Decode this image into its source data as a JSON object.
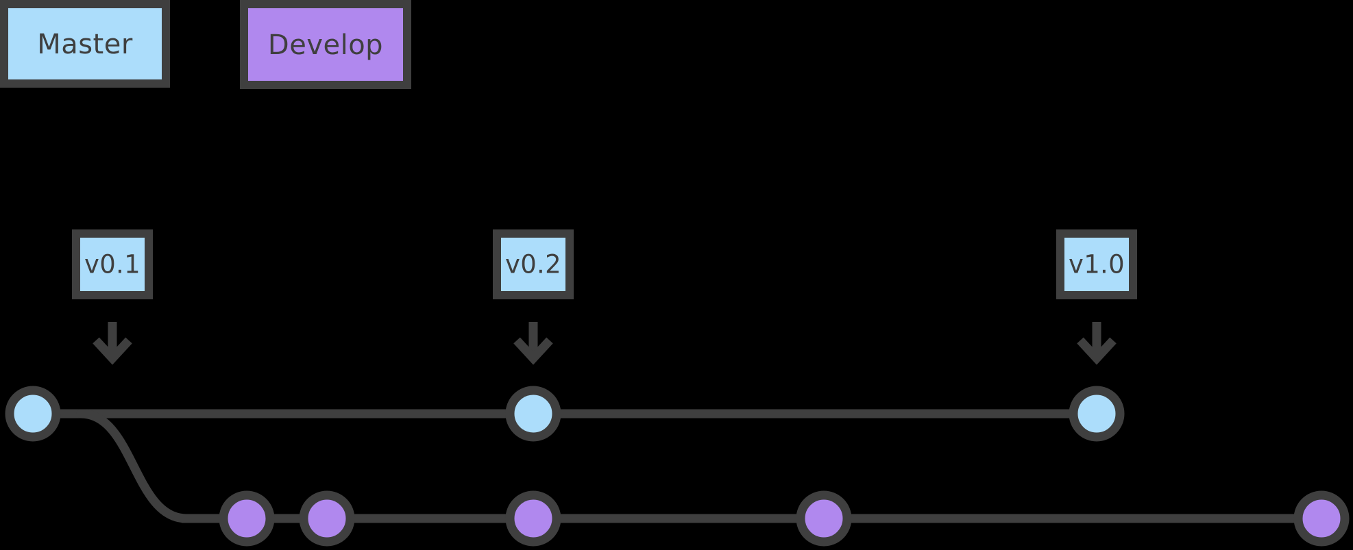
{
  "diagram": {
    "title": "Git branching diagram",
    "background_color": "#000000",
    "stroke_color": "#3F3F3F",
    "master_color": "#ACDDFB",
    "develop_color": "#B088EE"
  },
  "legend": {
    "items": [
      {
        "id": "master",
        "label": "Master",
        "color": "#ACDDFB"
      },
      {
        "id": "develop",
        "label": "Develop",
        "color": "#B088EE"
      }
    ]
  },
  "tags": [
    {
      "id": "v01",
      "label": "v0.1",
      "color": "#ACDDFB"
    },
    {
      "id": "v02",
      "label": "v0.2",
      "color": "#ACDDFB"
    },
    {
      "id": "v10",
      "label": "v1.0",
      "color": "#ACDDFB"
    }
  ],
  "branches": [
    {
      "id": "master",
      "name": "Master",
      "color": "#ACDDFB",
      "commits": [
        {
          "id": "m1",
          "tag": "v0.1"
        },
        {
          "id": "m2",
          "tag": "v0.2"
        },
        {
          "id": "m3",
          "tag": "v1.0"
        }
      ]
    },
    {
      "id": "develop",
      "name": "Develop",
      "color": "#B088EE",
      "commits": [
        {
          "id": "d1",
          "tag": ""
        },
        {
          "id": "d2",
          "tag": ""
        },
        {
          "id": "d3",
          "tag": ""
        },
        {
          "id": "d4",
          "tag": ""
        },
        {
          "id": "d5",
          "tag": ""
        }
      ]
    }
  ],
  "arrows": {
    "icon": "arrow-down-icon",
    "count": 3
  }
}
